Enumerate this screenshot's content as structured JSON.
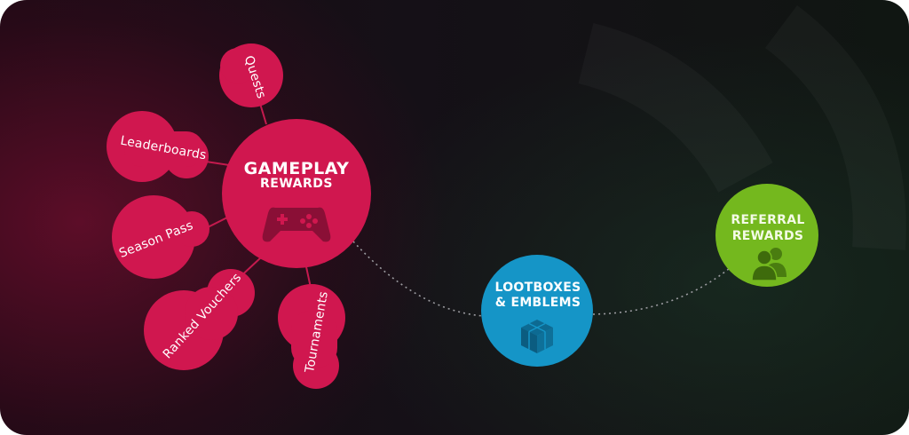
{
  "colors": {
    "crimson": "#d0174f",
    "blue": "#1595c7",
    "green": "#74b81e"
  },
  "hub": {
    "title": "GAMEPLAY",
    "subtitle": "REWARDS",
    "icon": "gamepad-icon"
  },
  "satellites": [
    {
      "label": "Quests"
    },
    {
      "label": "Leaderboards"
    },
    {
      "label": "Season Pass"
    },
    {
      "label": "Ranked Vouchers"
    },
    {
      "label": "Tournaments"
    }
  ],
  "lootboxes": {
    "line1": "LOOTBOXES",
    "line2": "& EMBLEMS",
    "icon": "cube-icon"
  },
  "referral": {
    "line1": "REFERRAL",
    "line2": "REWARDS",
    "icon": "users-icon"
  }
}
